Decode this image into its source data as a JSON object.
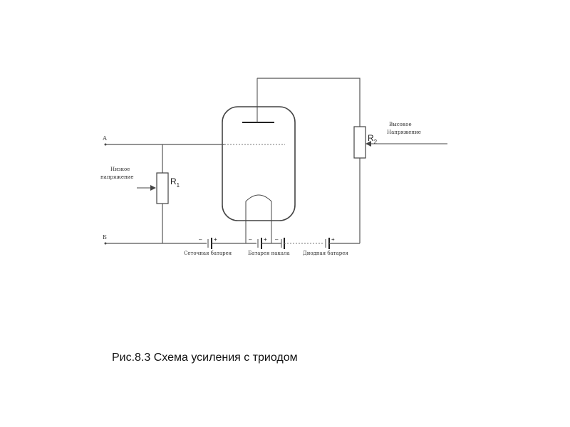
{
  "diagram": {
    "terminal_top": "А",
    "terminal_bottom": "Б",
    "r1": {
      "letter": "R",
      "sub": "1"
    },
    "r2": {
      "letter": "R",
      "sub": "2"
    },
    "low_voltage": {
      "line1": "Низкое",
      "line2": "напряжение"
    },
    "high_voltage": {
      "line1": "Высокое",
      "line2": "Напряжение"
    },
    "battery_grid": "Сеточная батарея",
    "battery_filament": "Батарея накала",
    "battery_diode": "Диодная батарея",
    "polarity_minus": "–",
    "polarity_plus": "+"
  },
  "caption": "Рис.8.3 Схема усиления с триодом"
}
